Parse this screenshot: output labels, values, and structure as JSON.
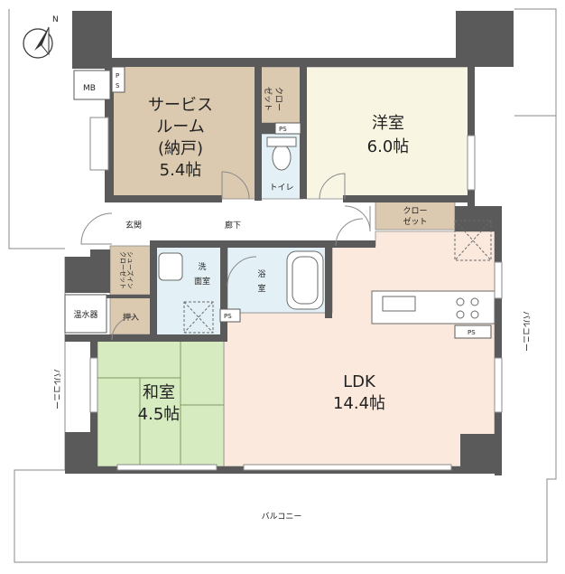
{
  "colors": {
    "wall": "#5a5a5a",
    "service_room": "#dccab0",
    "western_room": "#f8f6e3",
    "ldk": "#fbe9dd",
    "japanese_room": "#d7ebc0",
    "wet_area": "#e3f1f7",
    "closet": "#dccab0",
    "outline": "#8a8a8a"
  },
  "compass": {
    "north_label": "N",
    "icon": "north-arrow-icon"
  },
  "rooms": {
    "service_room": {
      "line1": "サービス",
      "line2": "ルーム",
      "line3": "(納戸)",
      "size": "5.4帖"
    },
    "western_room": {
      "name": "洋室",
      "size": "6.0帖"
    },
    "ldk": {
      "name": "LDK",
      "size": "14.4帖"
    },
    "japanese_room": {
      "name": "和室",
      "size": "4.5帖"
    },
    "washroom": {
      "line1": "洗",
      "line2": "面室"
    },
    "bathroom": {
      "line1": "浴",
      "line2": "室"
    },
    "toilet": "トイレ",
    "entrance": "玄関",
    "hallway": "廊下",
    "closet_upper": {
      "line1": "クロー",
      "line2": "ゼット"
    },
    "closet_ldk": {
      "line1": "クロー",
      "line2": "ゼット"
    },
    "shoes_closet": {
      "line1": "シューズイン",
      "line2": "クローゼット"
    },
    "oshiire": "押入",
    "water_heater": "温水器",
    "mb": "MB"
  },
  "ps_labels": {
    "ps_top_left": "P\nS",
    "ps_toilet": "PS",
    "ps_wash": "PS",
    "ps_kitchen": "PS"
  },
  "balconies": {
    "left": "バルコニー",
    "right": "バルコニー",
    "bottom": "バルコニー"
  }
}
